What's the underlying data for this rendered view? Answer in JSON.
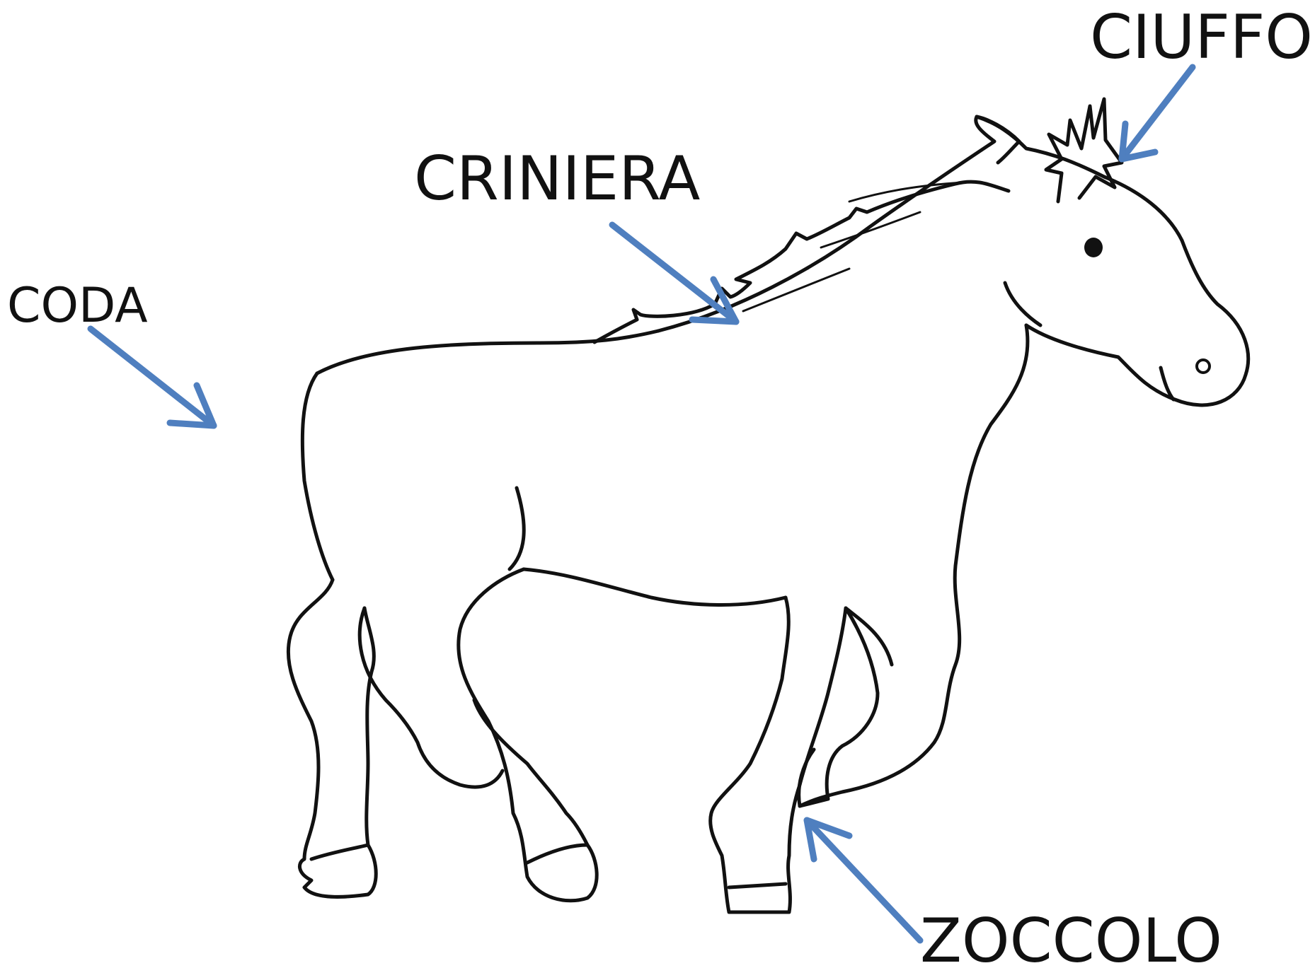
{
  "labels": {
    "ciuffo": "CIUFFO",
    "criniera": "CRINIERA",
    "coda": "CODA",
    "zoccolo": "ZOCCOLO"
  },
  "colors": {
    "arrow": "#4f7fbf",
    "outline": "#111111",
    "background": "#ffffff"
  }
}
